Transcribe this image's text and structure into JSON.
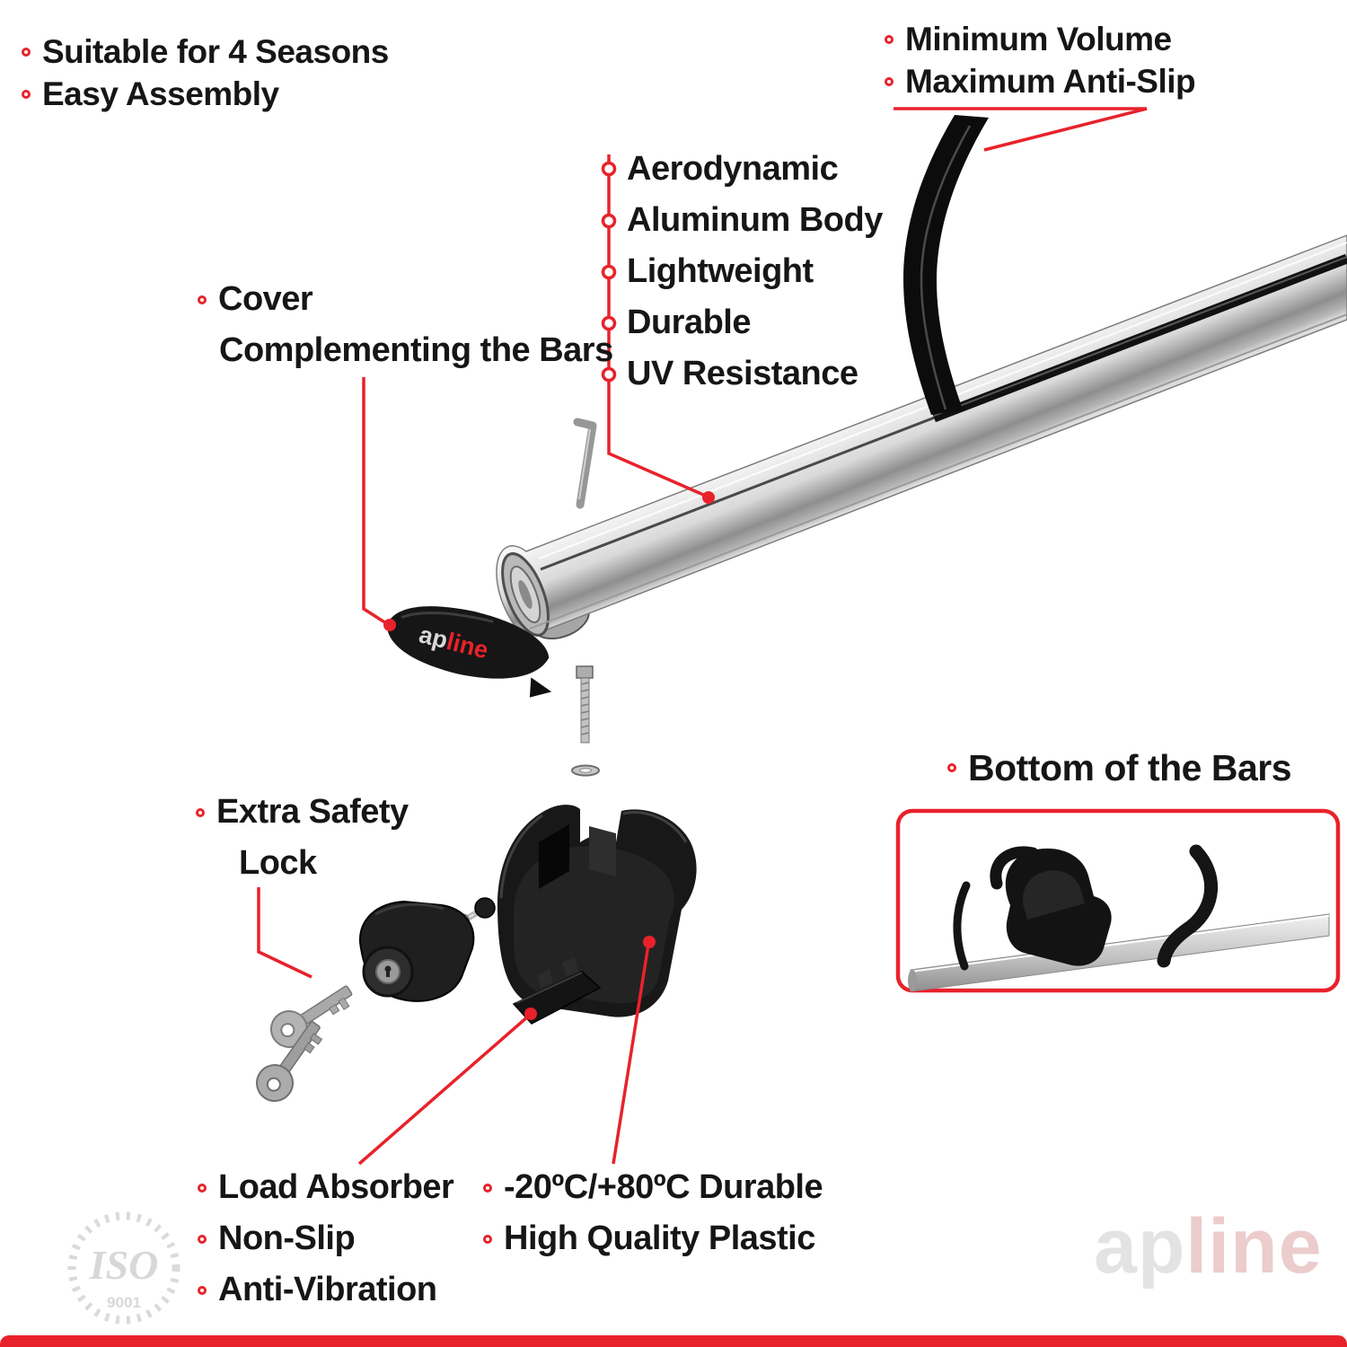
{
  "page": {
    "accent": "#e8222b",
    "background": "#ffffff"
  },
  "top_left_features": {
    "items": [
      {
        "label": "Suitable for 4 Seasons"
      },
      {
        "label": "Easy Assembly"
      }
    ]
  },
  "top_right_features": {
    "items": [
      {
        "label": "Minimum Volume"
      },
      {
        "label": "Maximum Anti-Slip"
      }
    ]
  },
  "bar_features": {
    "items": [
      {
        "label": "Aerodynamic"
      },
      {
        "label": "Aluminum Body"
      },
      {
        "label": "Lightweight"
      },
      {
        "label": "Durable"
      },
      {
        "label": "UV Resistance"
      }
    ]
  },
  "cover_callout": {
    "line1": "Cover",
    "line2": "Complementing the Bars"
  },
  "lock_callout": {
    "line1": "Extra Safety",
    "line2": "Lock"
  },
  "bottom_panel": {
    "title": "Bottom of the Bars"
  },
  "bottom_left_features": {
    "items": [
      {
        "label": "Load Absorber"
      },
      {
        "label": "Non-Slip"
      },
      {
        "label": "Anti-Vibration"
      }
    ]
  },
  "bottom_center_features": {
    "items": [
      {
        "label": "-20ºC/+80ºC Durable"
      },
      {
        "label": "High Quality Plastic"
      }
    ]
  },
  "branding": {
    "cover_logo_ap": "ap",
    "cover_logo_line": "line",
    "watermark_ap": "ap",
    "watermark_line": "line",
    "iso_label": "ISO",
    "iso_number": "9001"
  }
}
